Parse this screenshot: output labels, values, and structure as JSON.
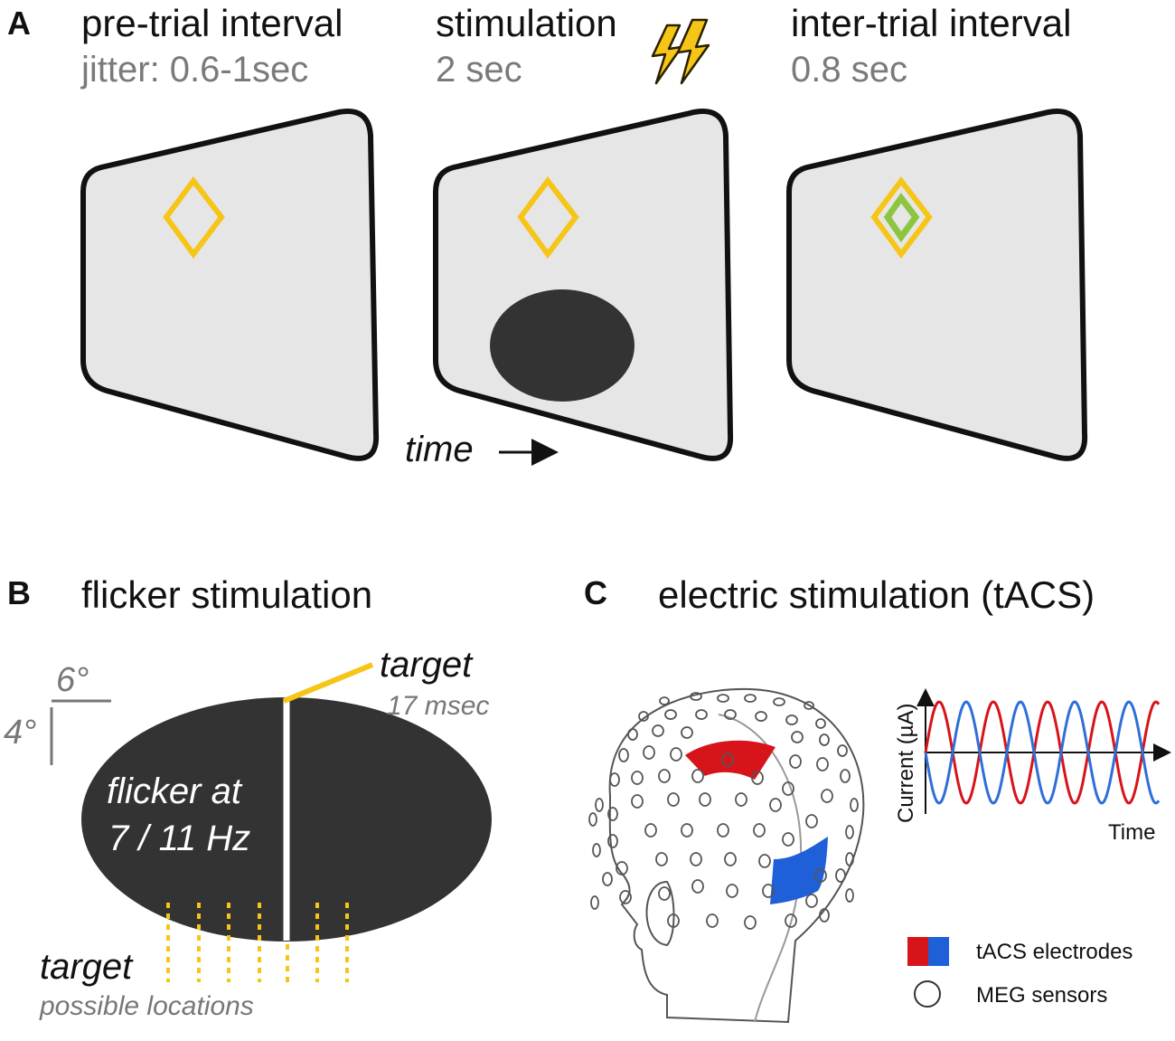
{
  "panel_a": {
    "label": "A",
    "screens": [
      {
        "title": "pre-trial interval",
        "duration": "jitter: 0.6-1sec"
      },
      {
        "title": "stimulation",
        "duration": "2 sec"
      },
      {
        "title": "inter-trial interval",
        "duration": "0.8 sec"
      }
    ],
    "time_label": "time"
  },
  "panel_b": {
    "label": "B",
    "title": "flicker stimulation",
    "scale_h": "6°",
    "scale_v": "4°",
    "target": "target",
    "target_duration": "17 msec",
    "flicker_line1": "flicker at",
    "flicker_line2": "7 / 11 Hz",
    "locations_title": "target",
    "locations_sub": "possible locations"
  },
  "panel_c": {
    "label": "C",
    "title": "electric stimulation (tACS)",
    "ylabel": "Current (µA)",
    "xlabel": "Time",
    "legend_electrodes": "tACS electrodes",
    "legend_sensors": "MEG sensors"
  },
  "colors": {
    "fixation": "#f5c518",
    "fixation_feedback": "#8cc63f",
    "screen_fill": "#e6e6e6",
    "stim_dark": "#333333",
    "electrode_red": "#d7141a",
    "electrode_blue": "#1f5fd8",
    "wave_red": "#d7141a",
    "wave_blue": "#2f6fd8"
  }
}
